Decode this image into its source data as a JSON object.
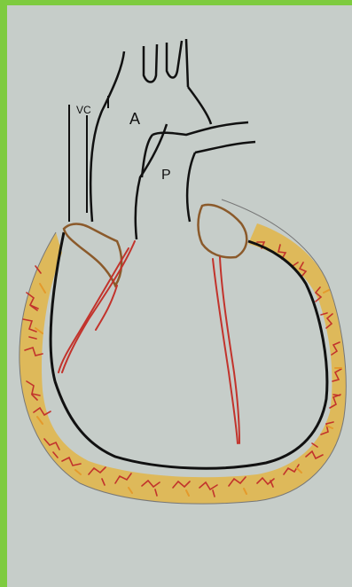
{
  "labels": {
    "vena_cava": "VC",
    "aorta": "A",
    "pulmonary": "P"
  },
  "colors": {
    "border": "#7ecb3f",
    "paper": "#c6cdc9",
    "ink": "#111111",
    "fat_yellow": "#e6b234",
    "fat_orange": "#e49a2c",
    "vessel_red": "#c2332c",
    "appendage_brown": "#8b5a2b"
  }
}
